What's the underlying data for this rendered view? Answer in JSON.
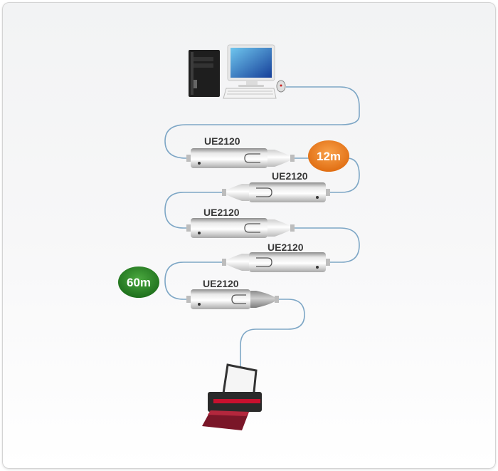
{
  "devices": {
    "extenders": [
      {
        "label": "UE2120"
      },
      {
        "label": "UE2120"
      },
      {
        "label": "UE2120"
      },
      {
        "label": "UE2120"
      },
      {
        "label": "UE2120"
      }
    ],
    "badges": {
      "first": "12m",
      "total": "60m"
    }
  },
  "colors": {
    "cable": "#7ea7c6",
    "badge_orange": "#ec7a1c",
    "badge_green": "#2f8a2a"
  }
}
